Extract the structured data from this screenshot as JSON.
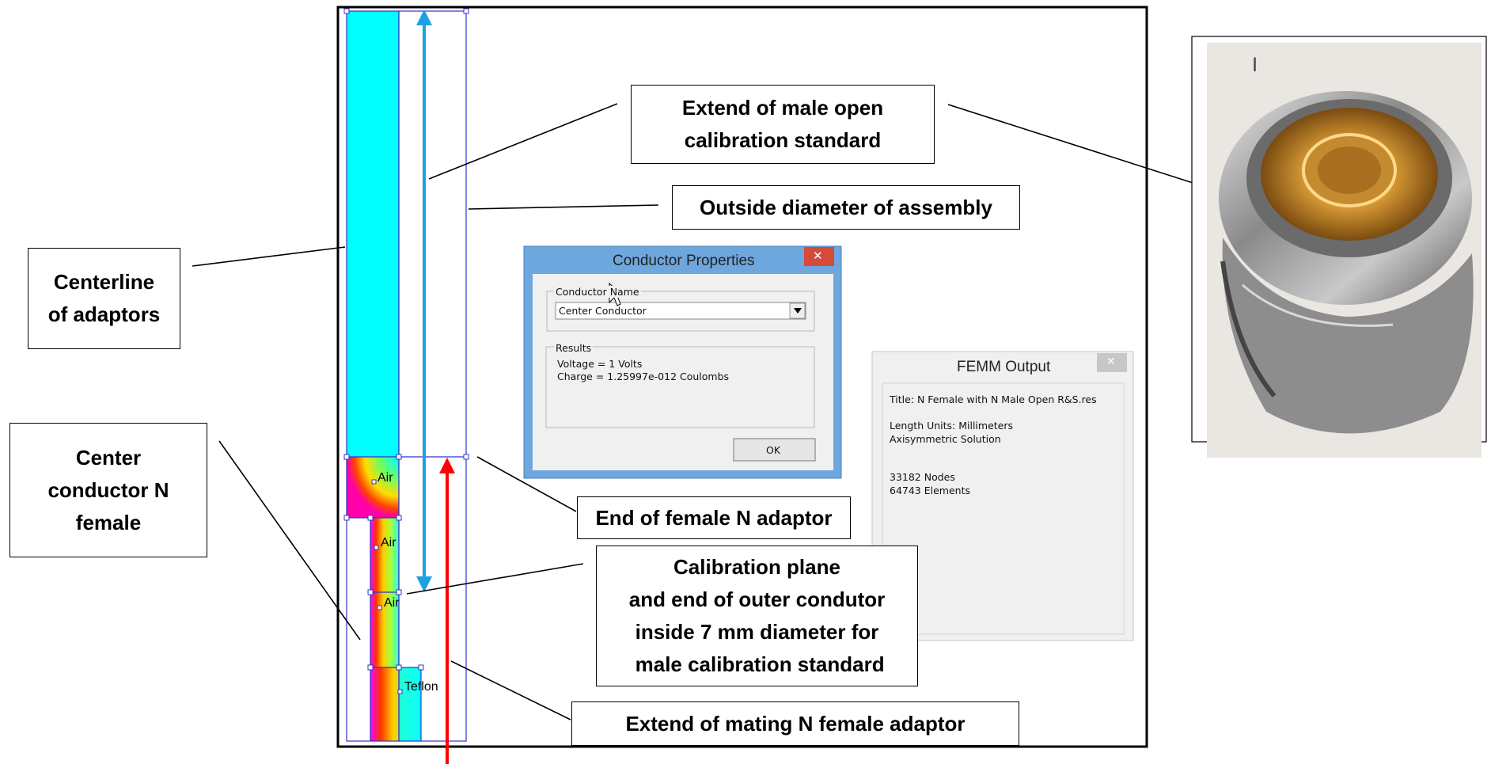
{
  "callouts": {
    "male_open_standard": "Extend of male open\ncalibration standard",
    "outside_diameter": "Outside diameter of assembly",
    "centerline": "Centerline\nof adaptors",
    "center_conductor_female": "Center\nconductor N\nfemale",
    "end_female_adaptor": "End of female N adaptor",
    "calibration_plane": "Calibration plane\nand end of outer condutor\ninside 7 mm diameter for\n male calibration standard",
    "mating_female_adaptor": "Extend of mating N female adaptor"
  },
  "regions": {
    "air_1": "Air",
    "air_2": "Air",
    "air_3": "Air",
    "teflon": "Teflon"
  },
  "conductor_dialog": {
    "title": "Conductor Properties",
    "close_glyph": "✕",
    "group_name": "Conductor Name",
    "selected_conductor": "Center Conductor",
    "results_group": "Results",
    "voltage_line": "Voltage = 1 Volts",
    "charge_line": "Charge = 1.25997e-012 Coulombs",
    "ok_label": "OK"
  },
  "femm_output": {
    "title": "FEMM Output",
    "close_glyph": "✕",
    "title_line": "Title: N Female with N Male Open R&S.res",
    "length_units_line": "Length Units: Millimeters",
    "solution_line": "Axisymmetric Solution",
    "nodes_line": "33182 Nodes",
    "elements_line": "64743 Elements"
  },
  "colors": {
    "cyan_field": "#00ffff",
    "arrow_blue": "#1ba1e2",
    "arrow_red": "#ff0000",
    "dialog_frame": "#6ea6de",
    "outline_blue": "#3333cc"
  },
  "icons": {
    "cursor": "mouse-pointer-icon",
    "text_cursor": "text-cursor-icon",
    "dropdown": "dropdown-arrow-icon"
  }
}
